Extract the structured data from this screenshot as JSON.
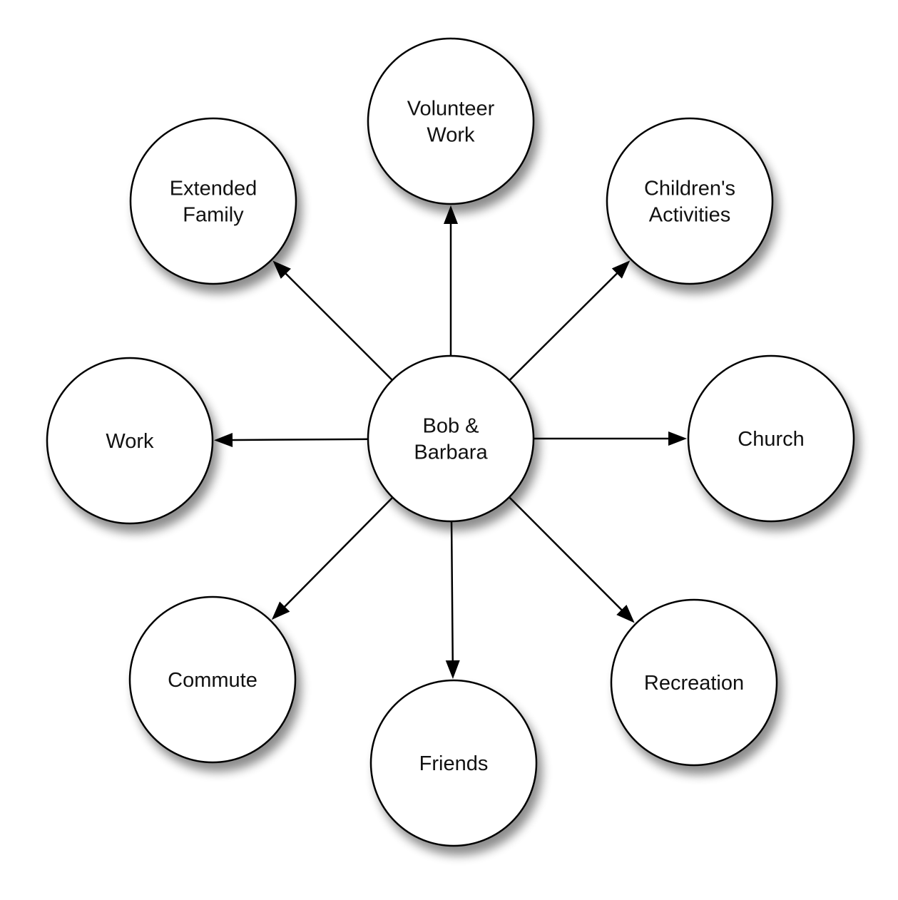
{
  "diagram": {
    "center": {
      "id": "center",
      "lines": [
        "Bob &",
        "Barbara"
      ]
    },
    "nodes": [
      {
        "id": "volunteer-work",
        "lines": [
          "Volunteer",
          "Work"
        ]
      },
      {
        "id": "childrens-activities",
        "lines": [
          "Children's",
          "Activities"
        ]
      },
      {
        "id": "church",
        "lines": [
          "Church"
        ]
      },
      {
        "id": "recreation",
        "lines": [
          "Recreation"
        ]
      },
      {
        "id": "friends",
        "lines": [
          "Friends"
        ]
      },
      {
        "id": "commute",
        "lines": [
          "Commute"
        ]
      },
      {
        "id": "work",
        "lines": [
          "Work"
        ]
      },
      {
        "id": "extended-family",
        "lines": [
          "Extended",
          "Family"
        ]
      }
    ],
    "edges": [
      {
        "from": "center",
        "to": "volunteer-work"
      },
      {
        "from": "center",
        "to": "childrens-activities"
      },
      {
        "from": "center",
        "to": "church"
      },
      {
        "from": "center",
        "to": "recreation"
      },
      {
        "from": "center",
        "to": "friends"
      },
      {
        "from": "center",
        "to": "commute"
      },
      {
        "from": "center",
        "to": "work"
      },
      {
        "from": "center",
        "to": "extended-family"
      }
    ],
    "colors": {
      "node_fill": "#ffffff",
      "node_stroke": "#000000",
      "edge": "#000000",
      "text": "#111111"
    }
  }
}
